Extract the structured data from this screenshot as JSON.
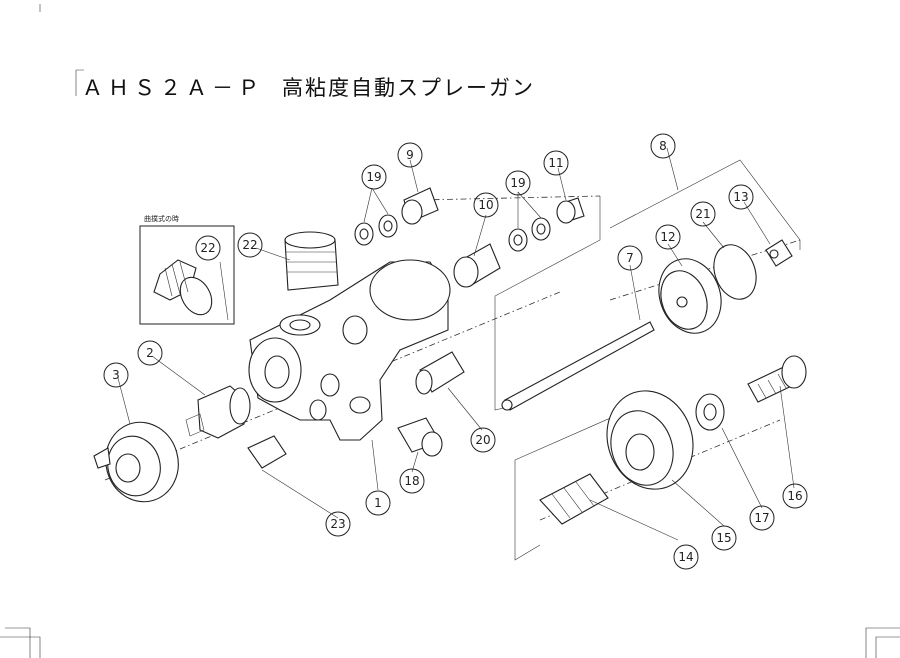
{
  "title": {
    "model": "ＡＨＳ２Ａ－Ｐ",
    "name": "高粘度自動スプレーガン"
  },
  "inset": {
    "label": "曲撲式の時"
  },
  "callouts": [
    {
      "id": "c1",
      "text": "1"
    },
    {
      "id": "c2",
      "text": "2"
    },
    {
      "id": "c3",
      "text": "3"
    },
    {
      "id": "c7",
      "text": "7"
    },
    {
      "id": "c8",
      "text": "8"
    },
    {
      "id": "c9",
      "text": "9"
    },
    {
      "id": "c10",
      "text": "10"
    },
    {
      "id": "c11",
      "text": "11"
    },
    {
      "id": "c12",
      "text": "12"
    },
    {
      "id": "c13",
      "text": "13"
    },
    {
      "id": "c14",
      "text": "14"
    },
    {
      "id": "c15",
      "text": "15"
    },
    {
      "id": "c16",
      "text": "16"
    },
    {
      "id": "c17",
      "text": "17"
    },
    {
      "id": "c18",
      "text": "18"
    },
    {
      "id": "c19a",
      "text": "19"
    },
    {
      "id": "c19b",
      "text": "19"
    },
    {
      "id": "c20",
      "text": "20"
    },
    {
      "id": "c21",
      "text": "21"
    },
    {
      "id": "c22a",
      "text": "22"
    },
    {
      "id": "c22b",
      "text": "22"
    },
    {
      "id": "c23",
      "text": "23"
    }
  ]
}
